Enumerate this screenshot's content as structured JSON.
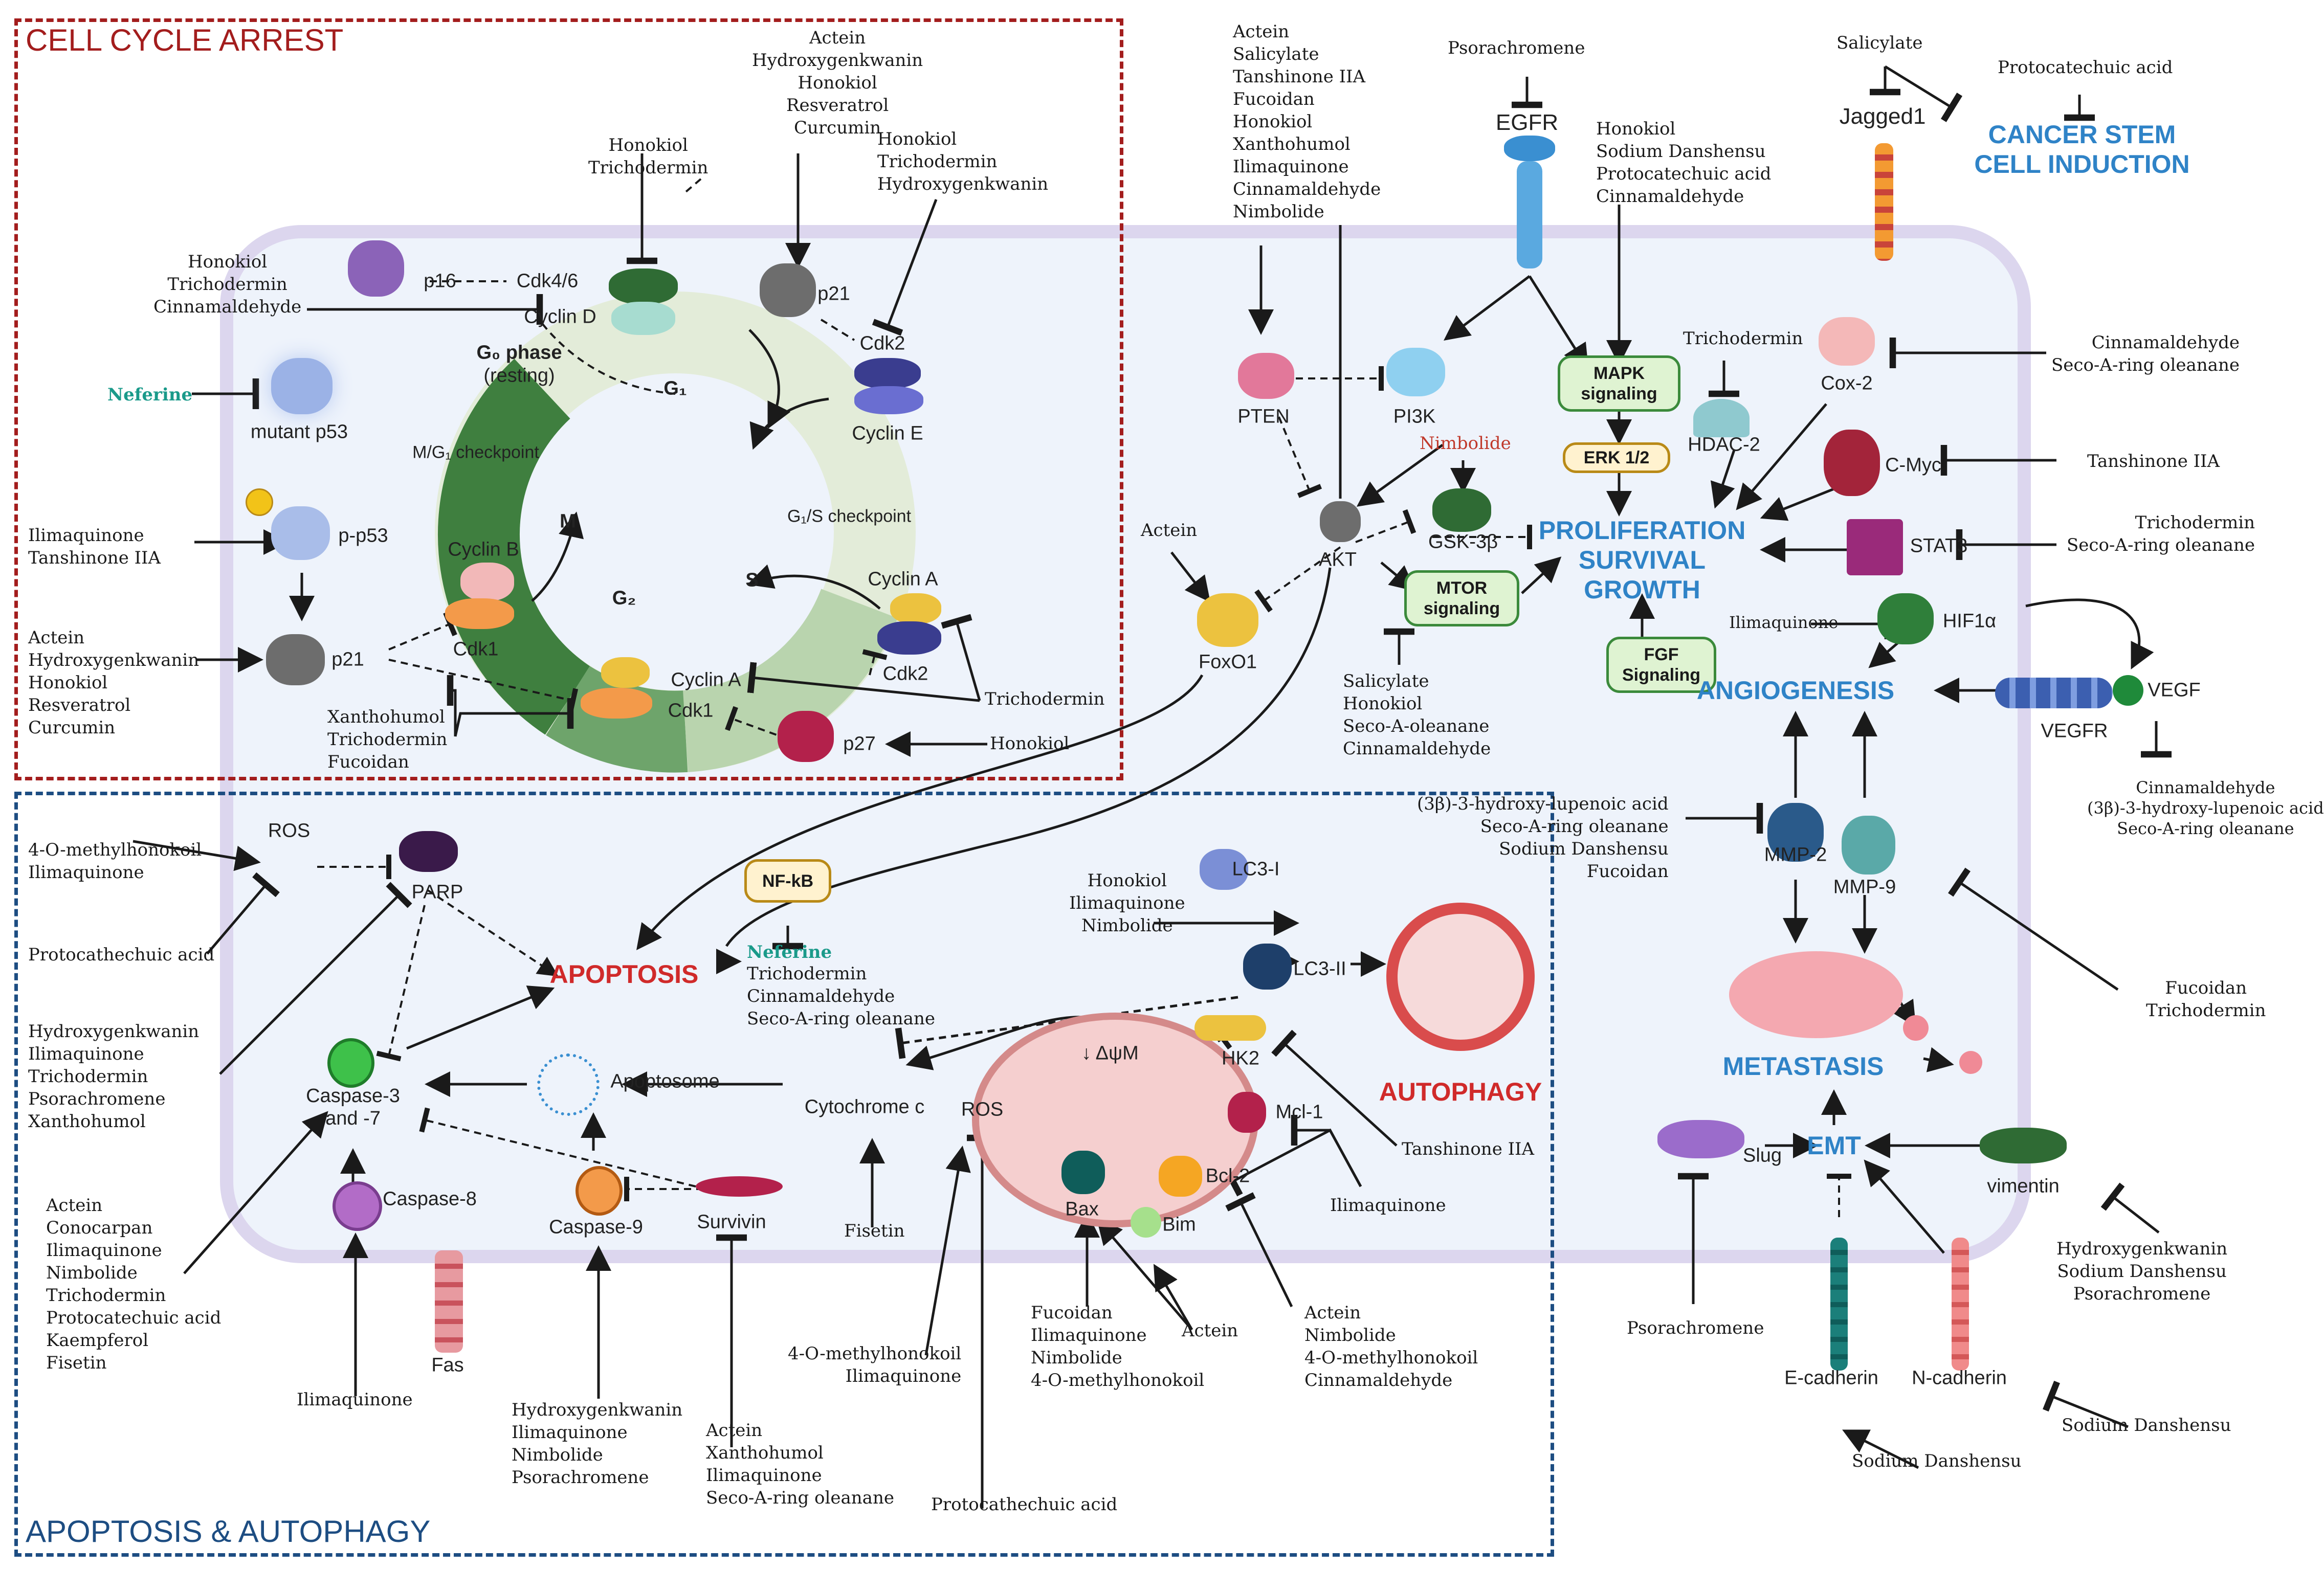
{
  "titles": {
    "cell_cycle": "CELL CYCLE ARREST",
    "apoptosis": "APOPTOSIS & AUTOPHAGY"
  },
  "colors": {
    "cycle_title": "#a31d1d",
    "apoptosis_title": "#1d4d82",
    "outcome_blue": "#2f83c7",
    "outcome_red": "#d02a2a",
    "neferine": "#1a9a8a",
    "nimbolide": "#c0392b"
  },
  "cycle": {
    "g1": "G₁",
    "s": "S",
    "g2": "G₂",
    "m": "M",
    "g0": "G₀ phase",
    "resting": "(resting)",
    "mg1": "M/G₁ checkpoint",
    "g1s": "G₁/S checkpoint"
  },
  "proteins": {
    "p16": "p16",
    "cdk46": "Cdk4/6",
    "cyclin_d": "Cyclin D",
    "p21_top": "p21",
    "cdk2_top": "Cdk2",
    "cyclin_e": "Cyclin E",
    "mutant_p53": "mutant p53",
    "pp53": "p-p53",
    "p21_mid": "p21",
    "cyclin_b": "Cyclin B",
    "cdk1_mid": "Cdk1",
    "cyclin_a_right": "Cyclin A",
    "cdk2_low": "Cdk2",
    "cyclin_a_low": "Cyclin A",
    "cdk1_low": "Cdk1",
    "p27": "p27",
    "egfr": "EGFR",
    "jagged1": "Jagged1",
    "pten": "PTEN",
    "pi3k": "PI3K",
    "akt": "AKT",
    "gsk3b": "GSK-3β",
    "foxo1": "FoxO1",
    "hdac2": "HDAC-2",
    "cox2": "Cox-2",
    "cmyc": "C-Myc",
    "stat3": "STAT3",
    "hif1a": "HIF1α",
    "vegf": "VEGF",
    "vegfr": "VEGFR",
    "mmp2": "MMP-2",
    "mmp9": "MMP-9",
    "slug": "Slug",
    "vimentin": "vimentin",
    "ecadherin": "E-cadherin",
    "ncadherin": "N-cadherin",
    "ros_top": "ROS",
    "parp": "PARP",
    "nfkb": "NF-kB",
    "lc3i": "LC3-I",
    "lc3ii": "LC3-II",
    "hk2": "HK2",
    "dpsim": "↓ ΔψM",
    "mcl1": "Mcl-1",
    "bcl2": "Bcl-2",
    "bax": "Bax",
    "bim": "Bim",
    "ros_mito": "ROS",
    "cyto_c": "Cytochrome c",
    "apoptosome": "Apoptosome",
    "casp37": "Caspase-3\nand -7",
    "casp8": "Caspase-8",
    "casp9": "Caspase-9",
    "survivin": "Survivin",
    "fas": "Fas"
  },
  "pathways": {
    "mapk": "MAPK\nsignaling",
    "erk": "ERK 1/2",
    "mtor": "MTOR\nsignaling",
    "fgf": "FGF\nSignaling",
    "nfkb": "NF-kB"
  },
  "outcomes": {
    "proliferation": "PROLIFERATION\nSURVIVAL\nGROWTH",
    "angiogenesis": "ANGIOGENESIS",
    "metastasis": "METASTASIS",
    "emt": "EMT",
    "csc": "CANCER STEM\nCELL INDUCTION",
    "apoptosis": "APOPTOSIS",
    "autophagy": "AUTOPHAGY"
  },
  "drugs": {
    "cd_top": "Honokiol\nTrichodermin",
    "cycd_left": "Honokiol\nTrichodermin\nCinnamaldehyde",
    "p21_top": "Actein\nHydroxygenkwanin\nHonokiol\nResveratrol\nCurcumin",
    "cdk2_top": "Honokiol\nTrichodermin\nHydroxygenkwanin",
    "neferine": "Neferine",
    "pp53": "Ilimaquinone\nTanshinone IIA",
    "p21_mid": "Actein\nHydroxygenkwanin\nHonokiol\nResveratrol\nCurcumin",
    "cdk1_low": "Xanthohumol\nTrichodermin\nFucoidan",
    "trichodermin_cycA": "Trichodermin",
    "honokiol_p27": "Honokiol",
    "akt_top": "Actein\nSalicylate\nTanshinone IIA\nFucoidan\nHonokiol\nXanthohumol\nIlimaquinone\nCinnamaldehyde\nNimbolide",
    "psorachromene_egfr": "Psorachromene",
    "mapk": "Honokiol\nSodium Danshensu\nProtocatechuic acid\nCinnamaldehyde",
    "salicylate_jag": "Salicylate",
    "protocatechuic_csc": "Protocatechuic acid",
    "trichodermin_hdac": "Trichodermin",
    "cox2": "Cinnamaldehyde\nSeco-A-ring oleanane",
    "tanshinone_cmyc": "Tanshinone IIA",
    "stat3": "Trichodermin\nSeco-A-ring oleanane",
    "ilimaquinone_hif": "Ilimaquinone",
    "vegf": "Cinnamaldehyde\n(3β)-3-hydroxy-lupenoic acid\nSeco-A-ring oleanane",
    "mmp2": "(3β)-3-hydroxy-lupenoic acid\nSeco-A-ring oleanane\nSodium Danshensu\nFucoidan",
    "mmp9": "Fucoidan\nTrichodermin",
    "nimbolide_gsk": "Nimbolide",
    "actein_foxo": "Actein",
    "mtor": "Salicylate\nHonokiol\nSeco-A-oleanane\nCinnamaldehyde",
    "ros_top": "4-O-methylhonokoil\nIlimaquinone",
    "protocatechuic_ros": "Protocathechuic acid",
    "parp": "Hydroxygenkwanin\nIlimaquinone\nTrichodermin\nPsorachromene\nXanthohumol",
    "casp37": "Actein\nConocarpan\nIlimaquinone\nNimbolide\nTrichodermin\nProtocatechuic acid\nKaempferol\nFisetin",
    "casp8": "Ilimaquinone",
    "casp9": "Hydroxygenkwanin\nIlimaquinone\nNimbolide\nPsorachromene",
    "survivin": "Actein\nXanthohumol\nIlimaquinone\nSeco-A-ring oleanane",
    "nfkb": "Trichodermin\nCinnamaldehyde\nSeco-A-ring oleanane",
    "lc3": "Honokiol\nIlimaquinone\nNimbolide",
    "fisetin": "Fisetin",
    "ros_mito": "4-O-methylhonokoil\nIlimaquinone",
    "protocatechuic_mito": "Protocathechuic acid",
    "bax": "Fucoidan\nIlimaquinone\nNimbolide\n4-O-methylhonokoil",
    "actein_bim": "Actein",
    "bcl2": "Actein\nNimbolide\n4-O-methylhonokoil\nCinnamaldehyde",
    "tanshinone_hk2": "Tanshinone IIA",
    "ilimaquinone_mcl": "Ilimaquinone",
    "psorachromene_slug": "Psorachromene",
    "vimentin": "Hydroxygenkwanin\nSodium Danshensu\nPsorachromene",
    "ecad": "Sodium Danshensu",
    "ncad": "Sodium Danshensu"
  }
}
